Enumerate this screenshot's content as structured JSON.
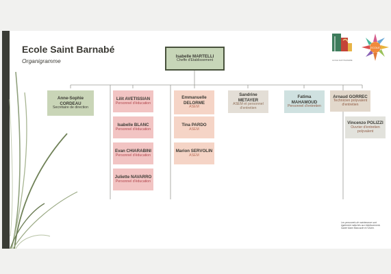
{
  "header": {
    "title": "Ecole Saint Barnabé",
    "subtitle": "Organigramme"
  },
  "logos": {
    "school_caption": "ECOLE SAINT BARNABE",
    "ecole_text": "ECOLE"
  },
  "org": {
    "head": {
      "name": "Isabelle MARTELLI",
      "role": "Cheffe d'Etablissement"
    },
    "secretary": {
      "name": "Anne-Sophie CORDEAU",
      "role": "Secrétaire de direction"
    },
    "educators": [
      {
        "name": "Lilit AVETISSIAN",
        "role": "Personnel d'éducation"
      },
      {
        "name": "Isabelle BLANC",
        "role": "Personnel d'éducation"
      },
      {
        "name": "Evan CHIARABINI",
        "role": "Personnel d'éducation"
      },
      {
        "name": "Juliette NAVARRO",
        "role": "Personnel d'éducation"
      }
    ],
    "asem": [
      {
        "name": "Emmanuelle DELORME",
        "role": "ASEM"
      },
      {
        "name": "Tina PARDO",
        "role": "ASEM"
      },
      {
        "name": "Marion SERVOLIN",
        "role": "ASEM"
      }
    ],
    "asem_maintenance": {
      "name": "Sandrine METAYER",
      "role": "ASEM et personnel d'entretien"
    },
    "maintenance": {
      "name": "Fatima MAHAMOUD",
      "role": "Personnel d'entretien"
    },
    "technician": {
      "name": "Arnaud GORREC",
      "role": "Technicien polyvalent d'entretien"
    },
    "worker": {
      "name": "Vincenzo POLIZZI",
      "role": "Ouvrier d'entretien polyvalent"
    }
  },
  "note": "Les personnels de maintenance sont également rattachés aux établissements Sainte Marie Blancarde et l'Olivier.",
  "colors": {
    "head_bg": "#c7d6b8",
    "educator_bg": "#f2c4c3",
    "asem_bg": "#f5d4c6",
    "maintenance_bg": "#cfe1e0",
    "frame": "#3a3c35"
  }
}
